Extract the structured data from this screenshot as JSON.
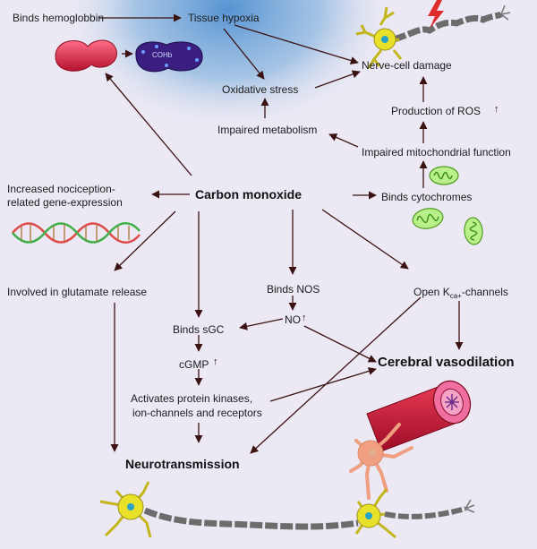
{
  "labels": {
    "binds_hemoglobin": "Binds hemoglobbin",
    "tissue_hypoxia": "Tissue hypoxia",
    "nerve_cell_damage": "Nerve-cell damage",
    "oxidative_stress": "Oxidative stress",
    "production_ros": "Production of ROS",
    "impaired_metabolism": "Impaired metabolism",
    "impaired_mito": "Impaired mitochondrial function",
    "nociception_1": "Increased nociception-",
    "nociception_2": "related gene-expression",
    "carbon_monoxide": "Carbon monoxide",
    "binds_cytochromes": "Binds cytochromes",
    "glutamate": "Involved in glutamate release",
    "binds_nos": "Binds NOS",
    "open_k_pre": "Open  K",
    "open_k_sub": "ca+",
    "open_k_post": "-channels",
    "no": "NO",
    "binds_sgc": "Binds sGC",
    "cgmp": "cGMP",
    "cerebral_vasodilation": "Cerebral vasodilation",
    "protein_kinases_1": "Activates protein kinases,",
    "protein_kinases_2": "ion-channels and receptors",
    "neurotransmission": "Neurotransmission",
    "cohb": "COHb",
    "up_arrow": "↑"
  },
  "colors": {
    "arrow": "#3a1212",
    "glow": "#4f8fd0",
    "rbc": "#e23a5c",
    "cohb": "#3a1f80",
    "neuron": "#e9e02a",
    "mito": "#7ad63a",
    "vessel": "#cc1838",
    "astrocyte": "#f0a080"
  }
}
